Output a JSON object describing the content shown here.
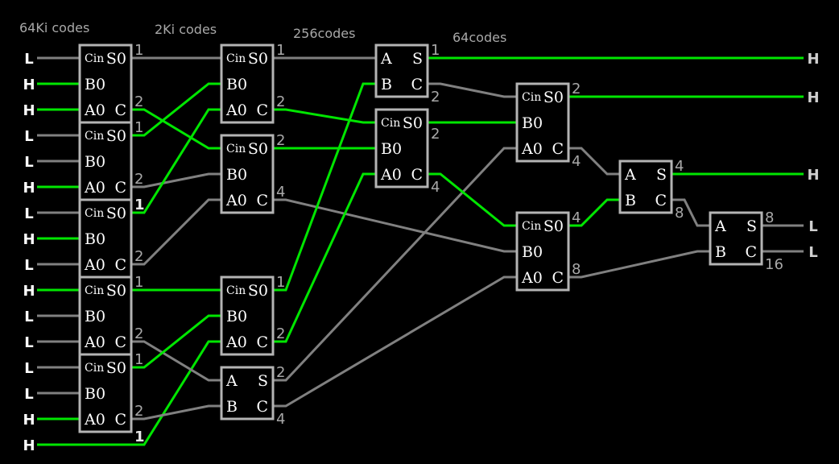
{
  "headers": [
    "64Ki codes",
    "2Ki codes",
    "256codes",
    "64codes"
  ],
  "colors": {
    "high": "#00e600",
    "low": "#808080",
    "box": "#b4b4b4",
    "background": "#000000"
  },
  "inputs": [
    "L",
    "H",
    "H",
    "L",
    "L",
    "H",
    "L",
    "H",
    "L",
    "H",
    "L",
    "L",
    "L",
    "L",
    "H",
    "H"
  ],
  "outputs": [
    "H",
    "H",
    "H",
    "L",
    "L"
  ],
  "full_adder_pins": {
    "cin": "Cin",
    "s": "S0",
    "b": "B0",
    "a": "A0",
    "c": "C"
  },
  "half_adder_pins": {
    "a": "A",
    "b": "B",
    "s": "S",
    "c": "C"
  },
  "adders": [
    {
      "id": "c1a",
      "type": "full",
      "sum_count": "1",
      "carry_count": "2"
    },
    {
      "id": "c1b",
      "type": "full",
      "sum_count": "1",
      "carry_count": "2"
    },
    {
      "id": "c1c",
      "type": "full",
      "sum_count": "1",
      "carry_count": "2"
    },
    {
      "id": "c1d",
      "type": "full",
      "sum_count": "1",
      "carry_count": "2"
    },
    {
      "id": "c1e",
      "type": "full",
      "sum_count": "1",
      "carry_count": "2"
    },
    {
      "id": "c2a",
      "type": "full",
      "sum_count": "1",
      "carry_count": "2"
    },
    {
      "id": "c2b",
      "type": "full",
      "sum_count": "2",
      "carry_count": "4"
    },
    {
      "id": "c2c",
      "type": "full",
      "sum_count": "1",
      "carry_count": "2"
    },
    {
      "id": "c2d",
      "type": "half",
      "sum_count": "2",
      "carry_count": "4"
    },
    {
      "id": "c3a",
      "type": "half",
      "sum_count": "1",
      "carry_count": "2"
    },
    {
      "id": "c3b",
      "type": "full",
      "sum_count": "2",
      "carry_count": "4"
    },
    {
      "id": "c4a",
      "type": "full",
      "sum_count": "2",
      "carry_count": "4"
    },
    {
      "id": "c4b",
      "type": "full",
      "sum_count": "4",
      "carry_count": "8"
    },
    {
      "id": "c5a",
      "type": "half",
      "sum_count": "4",
      "carry_count": "8"
    },
    {
      "id": "c6a",
      "type": "half",
      "sum_count": "8",
      "carry_count": "16"
    }
  ],
  "extra_input_count": "1"
}
